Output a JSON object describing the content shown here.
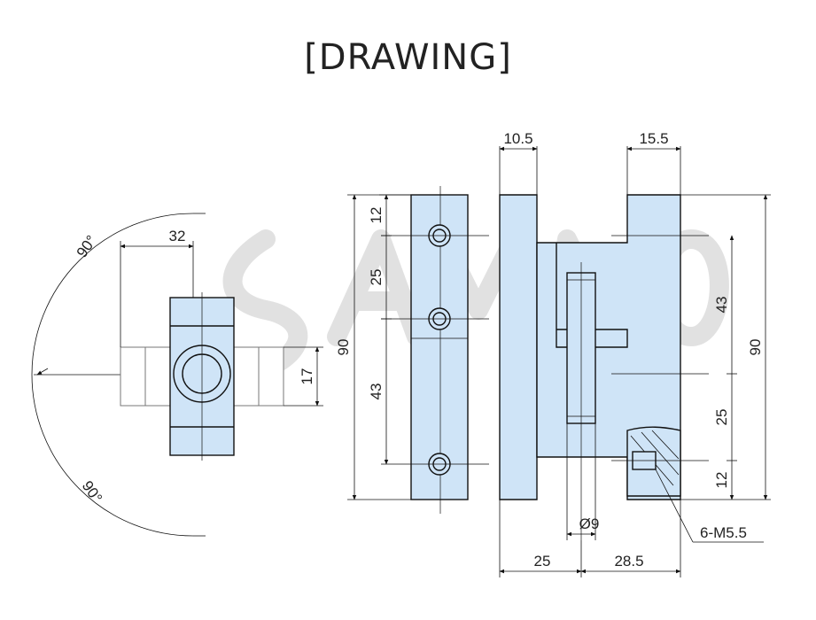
{
  "title": "[DRAWING]",
  "watermark": "SAMMO",
  "colors": {
    "part_fill": "#cfe4f7",
    "line": "#111111"
  },
  "angles": {
    "upper": "90°",
    "lower": "90°"
  },
  "side_view": {
    "width": "32",
    "height": "17"
  },
  "front_view": {
    "height": "90",
    "hole_spacing": [
      "12",
      "25",
      "43"
    ],
    "thickness": "10.5"
  },
  "right_view": {
    "height": "90",
    "top_width": "15.5",
    "spacing": [
      "43",
      "25",
      "12"
    ],
    "pin_diameter": "Ø9",
    "thread": "6-M5.5",
    "bottom_left": "25",
    "bottom_right": "28.5"
  }
}
